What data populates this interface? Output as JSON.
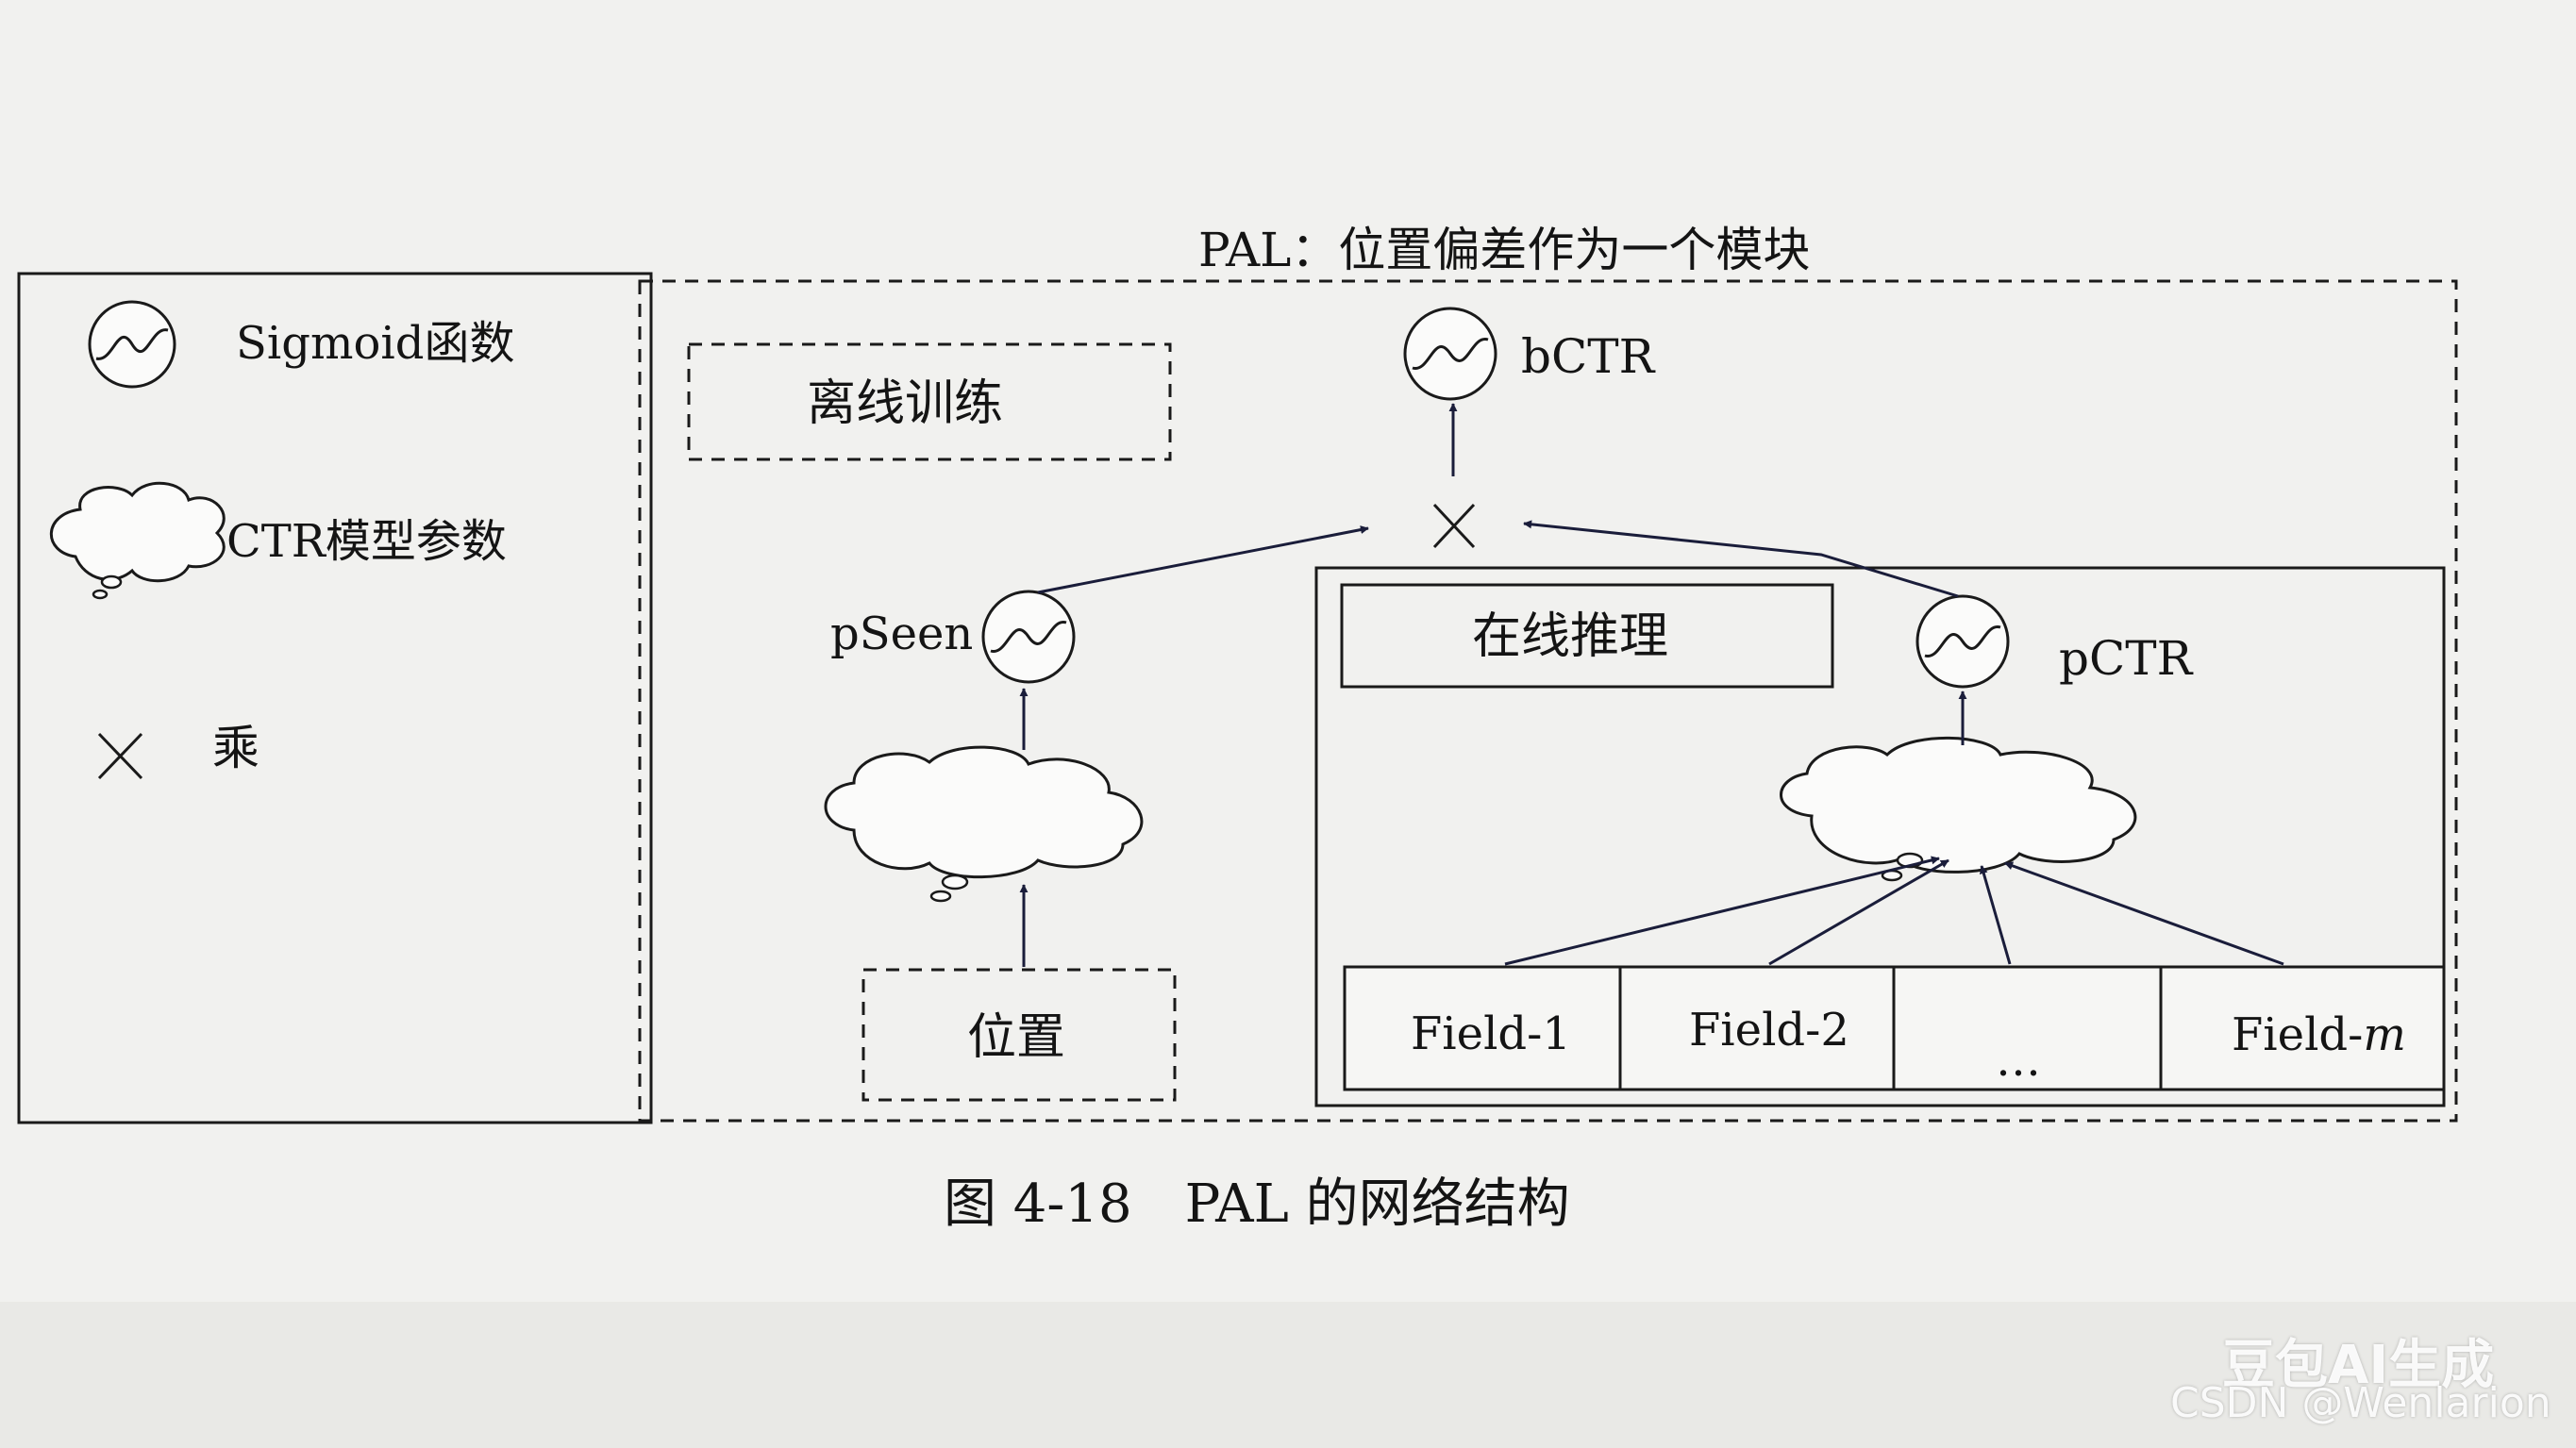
{
  "title": "PAL：位置偏差作为一个模块",
  "caption": "图 4-18　PAL 的网络结构",
  "legend": {
    "sigmoid": "Sigmoid函数",
    "ctr_params": "CTR模型参数",
    "multiply": "乘"
  },
  "offline": {
    "label": "离线训练",
    "output": "pSeen",
    "input": "位置"
  },
  "online": {
    "label": "在线推理",
    "output": "pCTR",
    "fields": [
      "Field-1",
      "Field-2",
      "…",
      "Field-"
    ],
    "last_field_italic": "m"
  },
  "combined_output": "bCTR",
  "watermarks": [
    "豆包AI生成",
    "CSDN @Wenlarion"
  ]
}
